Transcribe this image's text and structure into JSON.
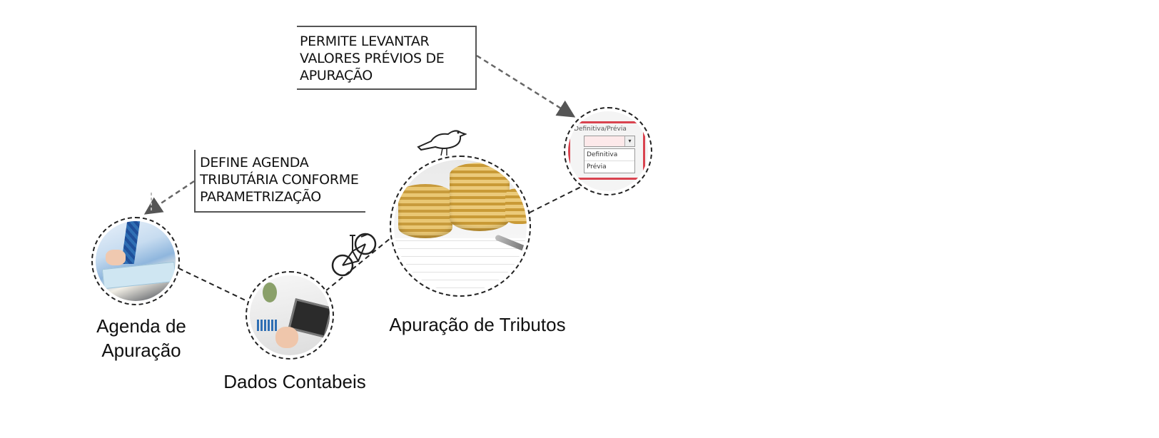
{
  "callouts": {
    "previa": "PERMITE LEVANTAR\nVALORES PRÉVIOS DE\nAPURAÇÃO",
    "agenda": "DEFINE AGENDA\nTRIBUTÁRIA CONFORME\nPARAMETRIZAÇÃO"
  },
  "nodes": {
    "agenda": {
      "label": "Agenda de\nApuração"
    },
    "dados": {
      "label": "Dados Contabeis"
    },
    "apuracao": {
      "label": "Apuração de Tributos"
    }
  },
  "dropdown": {
    "title": "Definitiva/Prévia",
    "options": [
      "Definitiva",
      "Prévia"
    ]
  },
  "colors": {
    "highlight_border": "#d9434f",
    "coin_gold": "#d8b25a",
    "business_blue": "#2f6fb4"
  }
}
